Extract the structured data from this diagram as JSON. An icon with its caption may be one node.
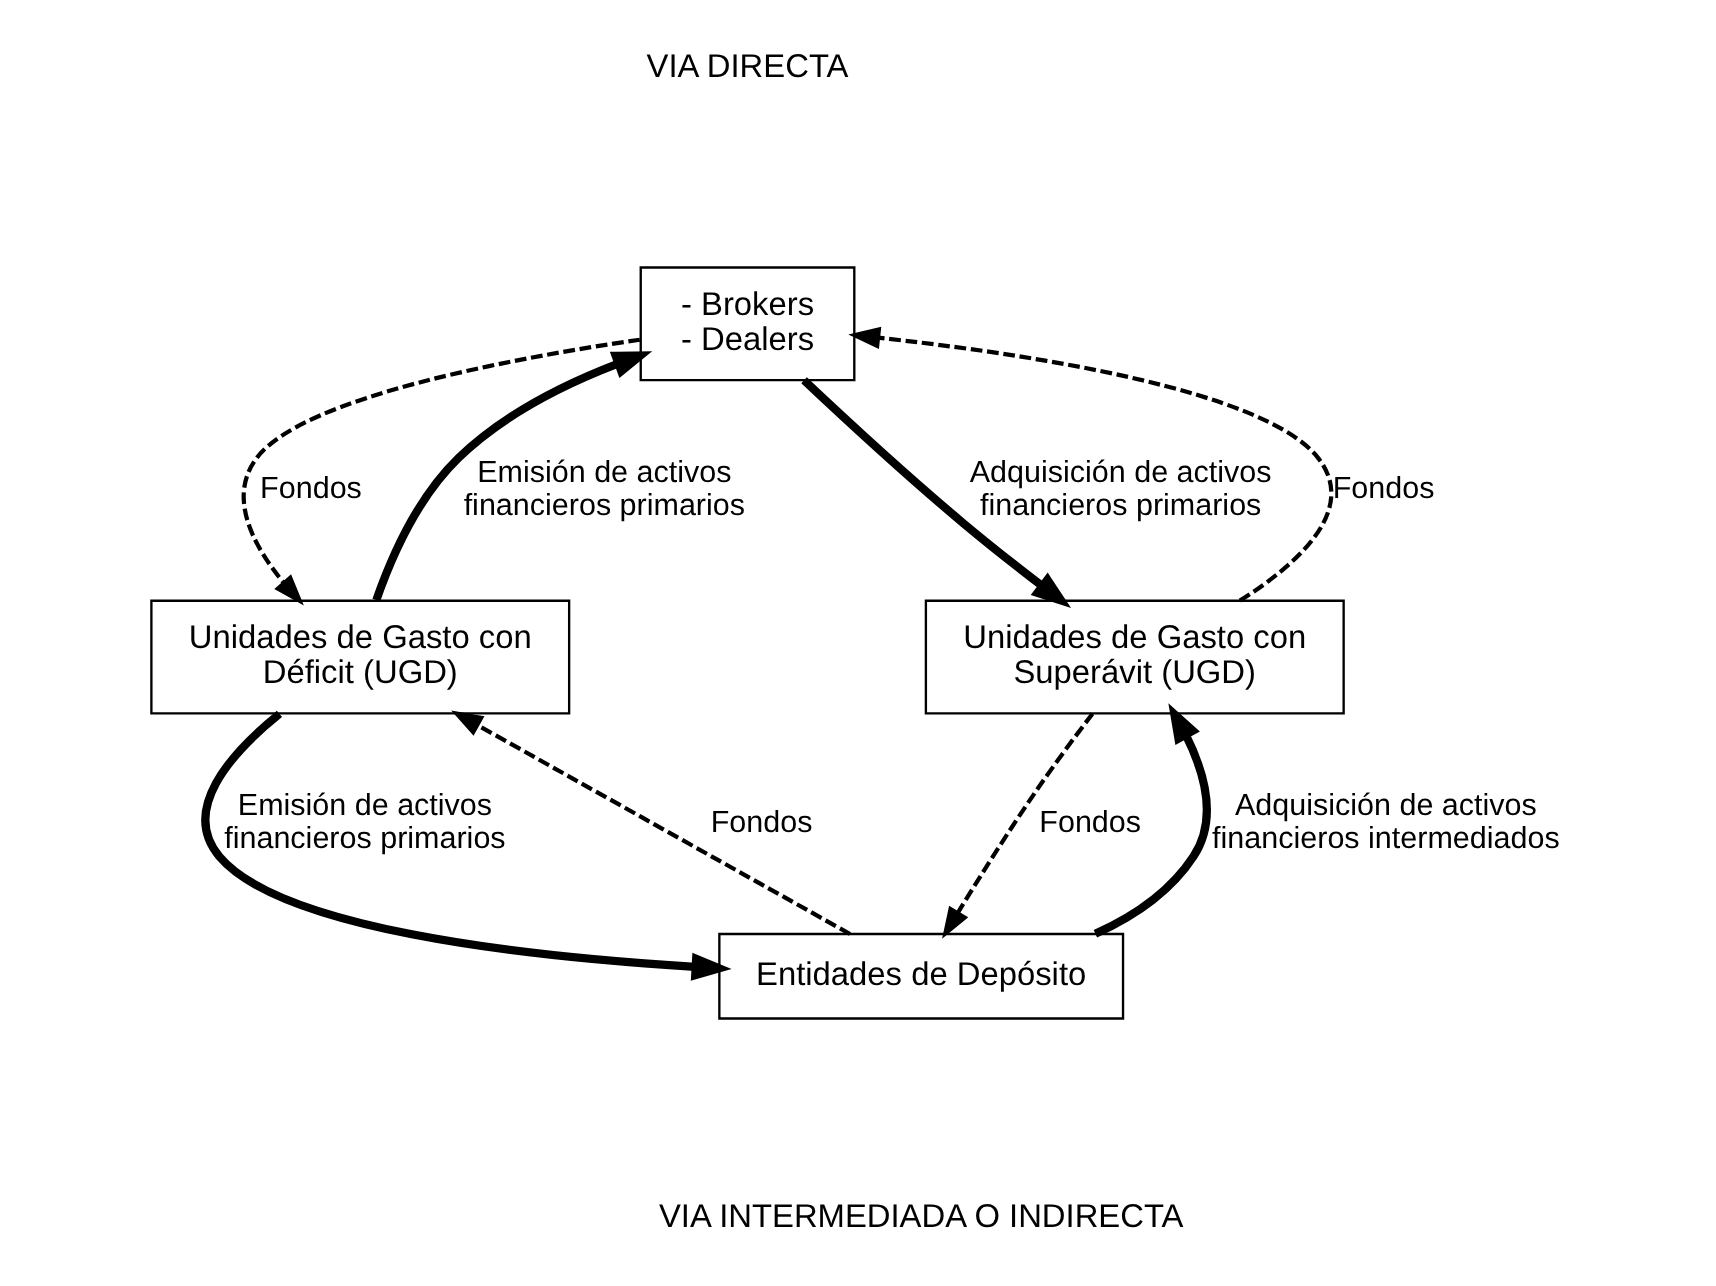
{
  "diagram": {
    "nodes": [
      {
        "text": [
          "- Brokers",
          "- Dealers"
        ]
      },
      {
        "text": [
          "Unidades de Gasto con Déficit (UGD)"
        ]
      },
      {
        "text": [
          "Unidades de Gasto con Superávit (UGD)"
        ]
      },
      {
        "text": [
          "Entidades de Depósito"
        ]
      }
    ],
    "edges": [
      {
        "from": 1,
        "to": 0,
        "arrow": "to",
        "style": "thick",
        "label": "Emisión de activos financieros primarios"
      },
      {
        "from": 0,
        "to": 1,
        "arrow": "to",
        "style": "dashed",
        "label": "Fondos"
      },
      {
        "from": 0,
        "to": 2,
        "arrow": "to",
        "style": "thick",
        "label": "Adquisición de activos financieros primarios"
      },
      {
        "from": 2,
        "to": 0,
        "arrow": "to",
        "style": "dashed",
        "label": "Fondos"
      },
      {
        "from": 1,
        "to": 3,
        "arrow": "to",
        "style": "thick",
        "label": "Emisión de activos financieros primarios"
      },
      {
        "from": 3,
        "to": 1,
        "arrow": "to",
        "style": "dashed",
        "label": "Fondos"
      },
      {
        "from": 3,
        "to": 2,
        "arrow": "to",
        "style": "thick",
        "label": "Adquisición de activos financieros intermediados"
      },
      {
        "from": 2,
        "to": 3,
        "arrow": "to",
        "style": "dashed",
        "label": "Fondos"
      }
    ],
    "labels": [
      "VIA DIRECTA",
      "VIA INTERMEDIADA O INDIRECTA"
    ]
  }
}
